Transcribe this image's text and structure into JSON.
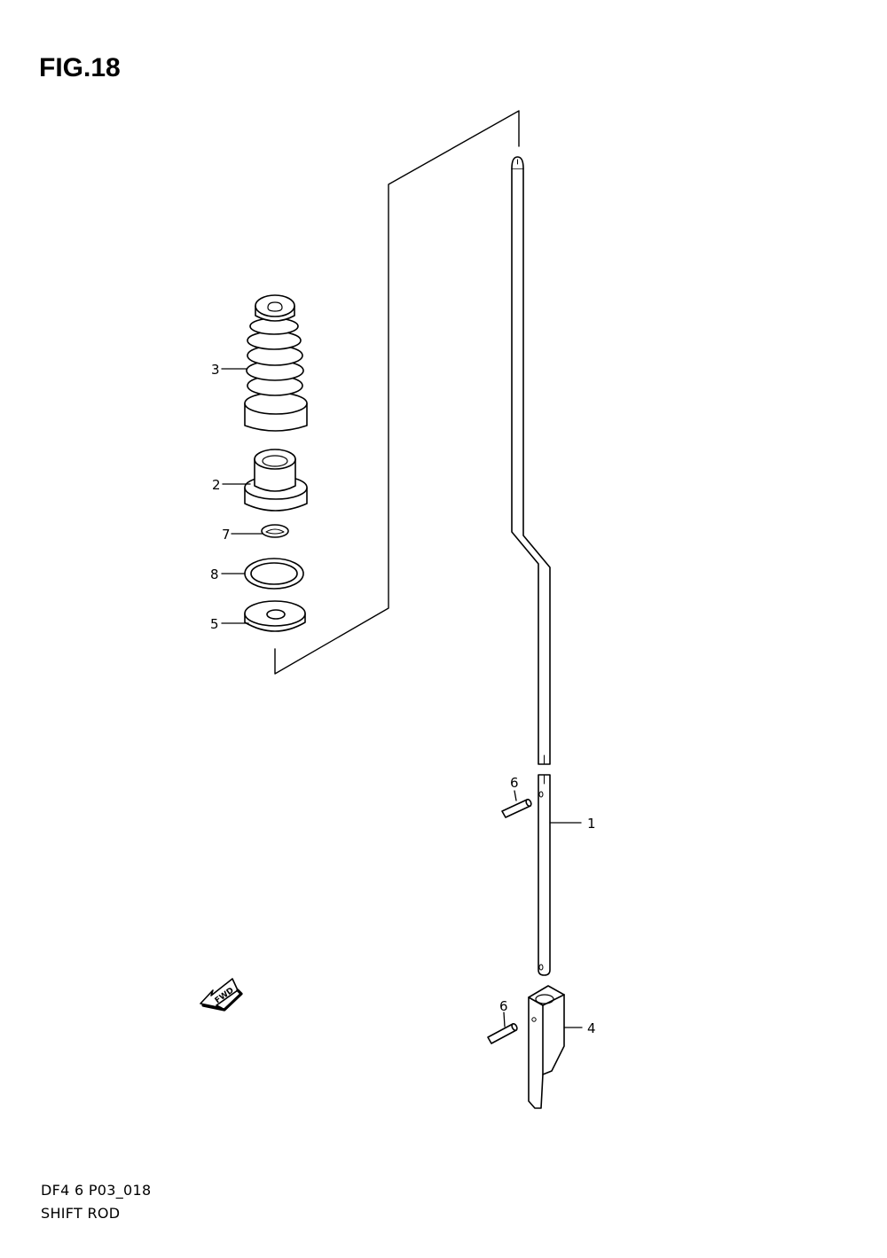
{
  "figure": {
    "title": "FIG.18",
    "code": "DF4 6 P03_018",
    "name": "SHIFT ROD"
  },
  "callouts": [
    {
      "id": "part-1",
      "label": "1"
    },
    {
      "id": "part-2",
      "label": "2"
    },
    {
      "id": "part-3",
      "label": "3"
    },
    {
      "id": "part-4",
      "label": "4"
    },
    {
      "id": "part-5",
      "label": "5"
    },
    {
      "id": "part-6a",
      "label": "6"
    },
    {
      "id": "part-6b",
      "label": "6"
    },
    {
      "id": "part-7",
      "label": "7"
    },
    {
      "id": "part-8",
      "label": "8"
    }
  ],
  "direction_marker": {
    "label": "FWD",
    "icon": "fwd-arrow-icon"
  },
  "colors": {
    "line": "#000000",
    "background": "#ffffff"
  }
}
